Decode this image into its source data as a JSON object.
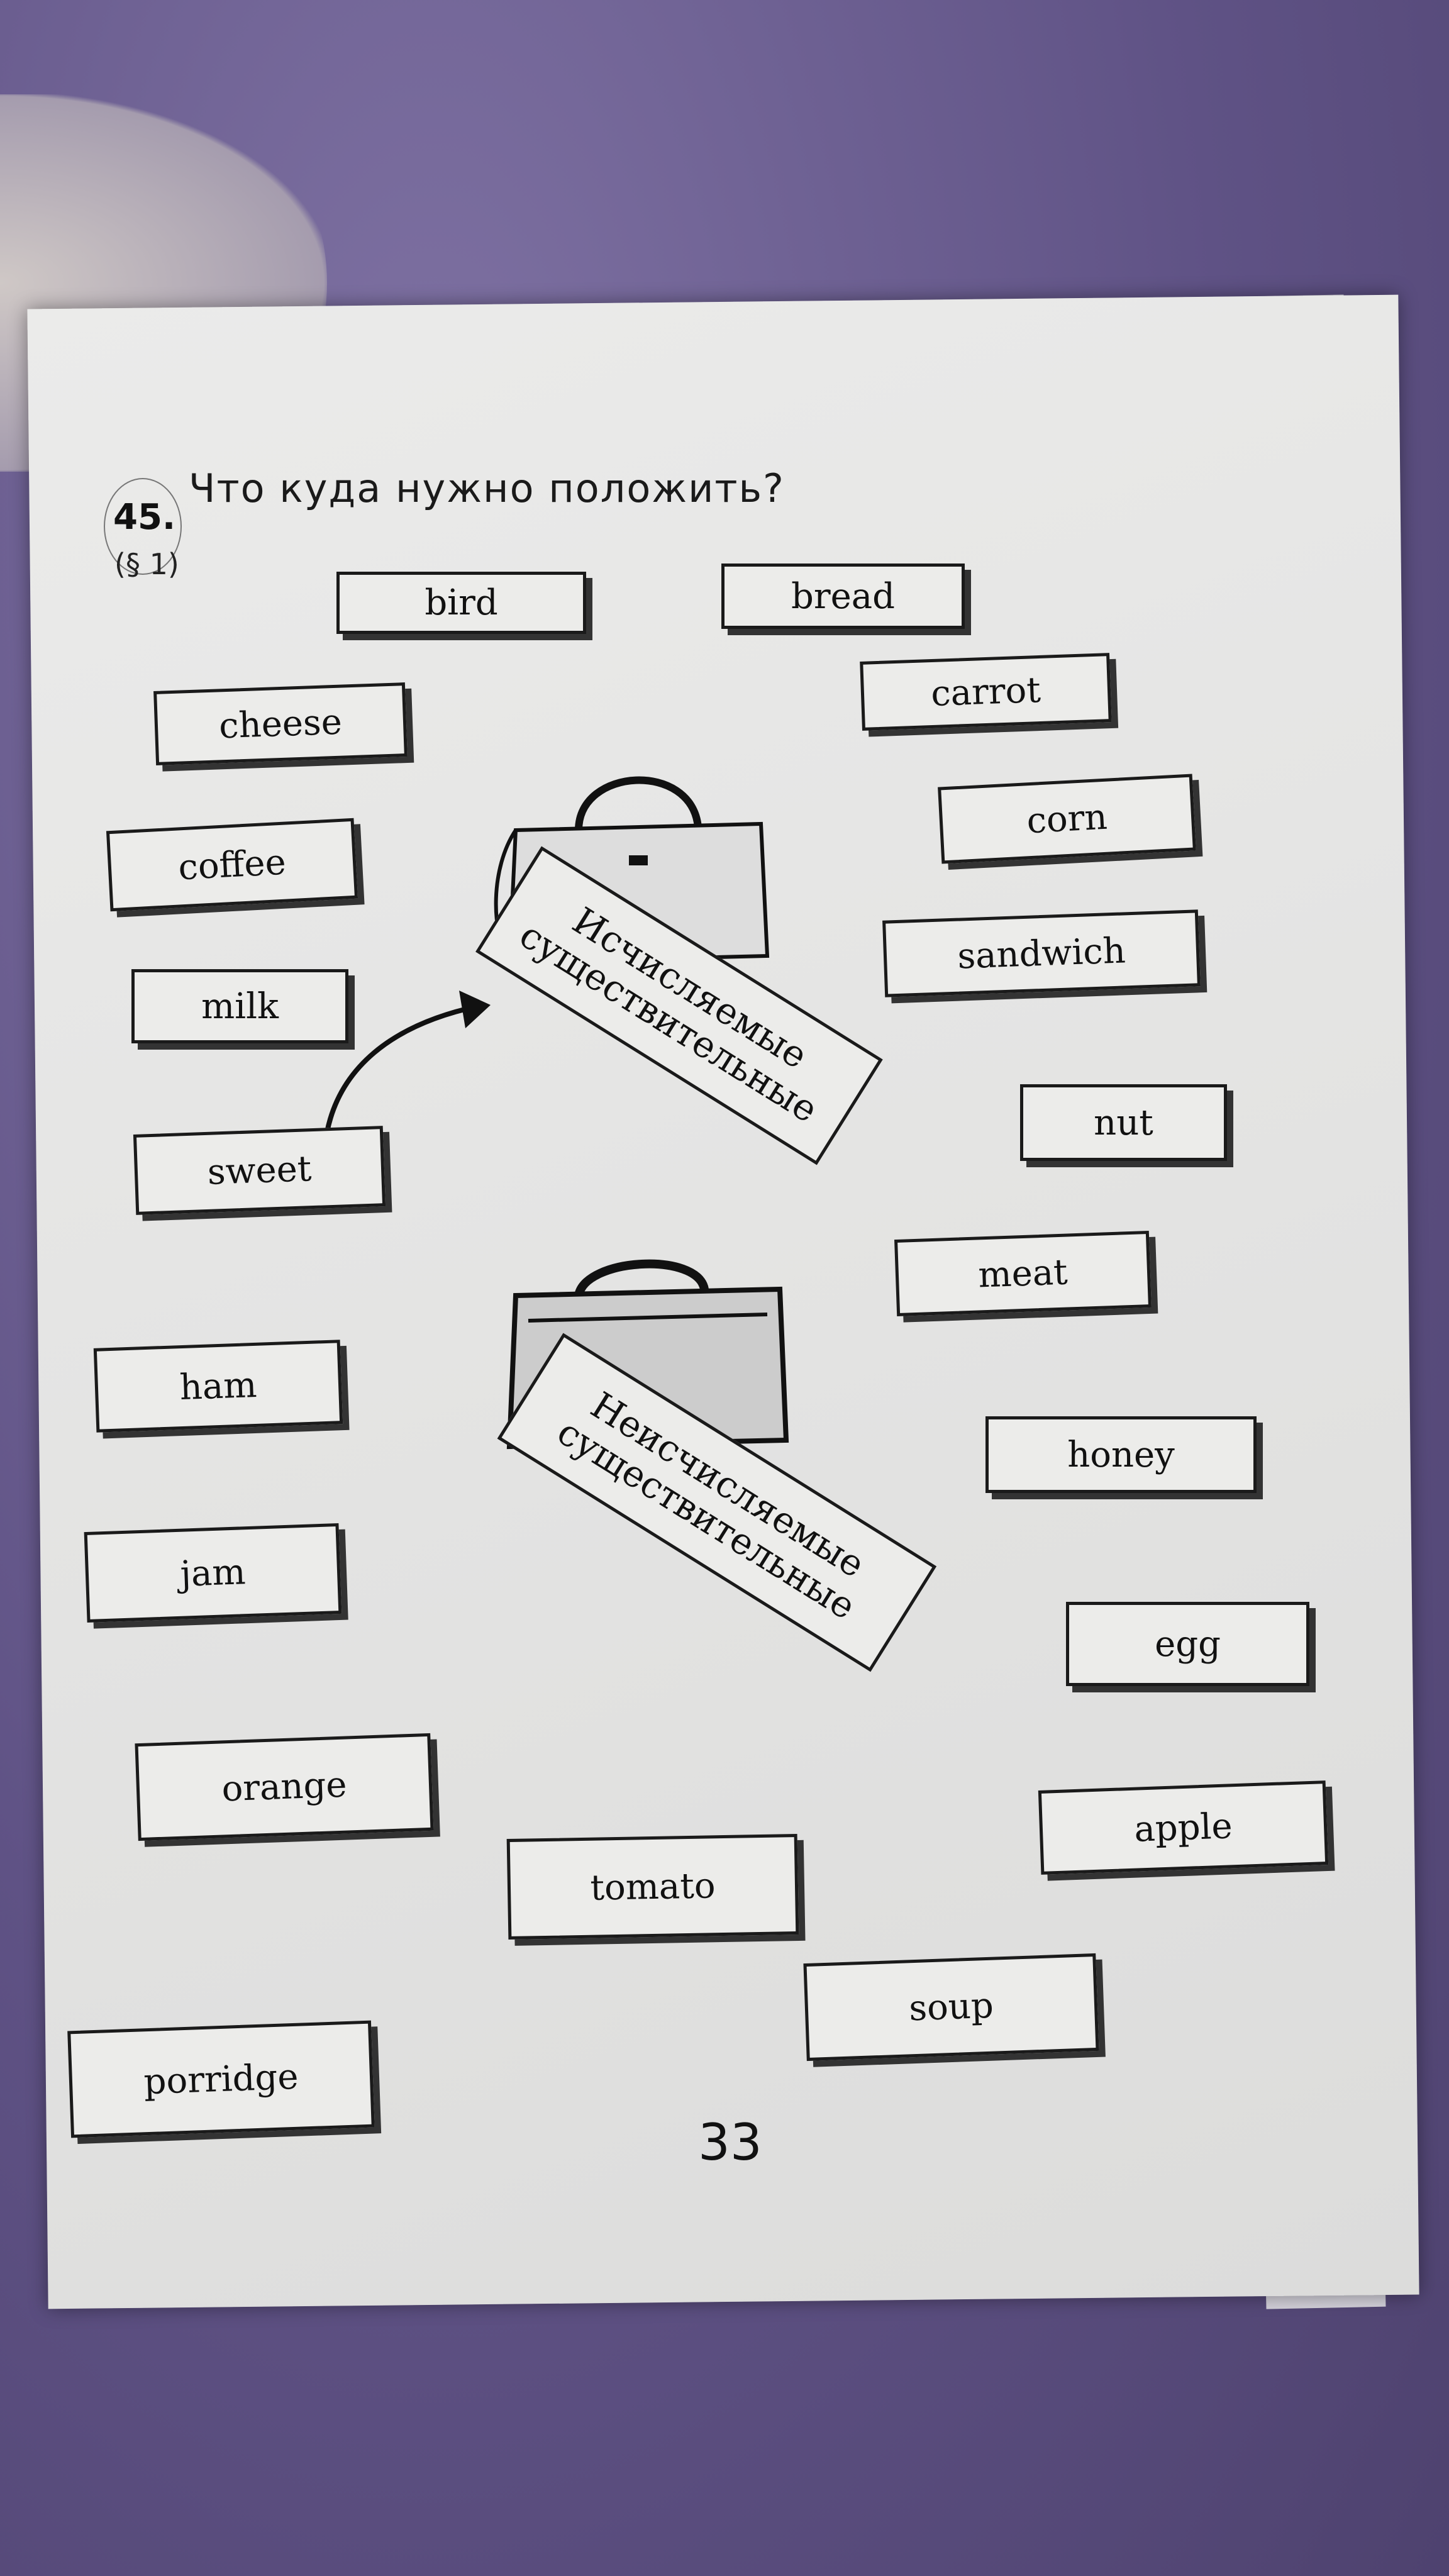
{
  "exercise": {
    "number": "45.",
    "title": "Что куда нужно положить?",
    "paragraph": "(§ 1)"
  },
  "tags": {
    "countable": [
      "Исчисляемые",
      "существительные"
    ],
    "uncountable": [
      "Неисчисляемые",
      "существительные"
    ]
  },
  "words": [
    "bird",
    "bread",
    "cheese",
    "carrot",
    "coffee",
    "corn",
    "sandwich",
    "milk",
    "sweet",
    "nut",
    "meat",
    "ham",
    "honey",
    "jam",
    "egg",
    "orange",
    "apple",
    "tomato",
    "soup",
    "porridge"
  ],
  "page_number": "33"
}
